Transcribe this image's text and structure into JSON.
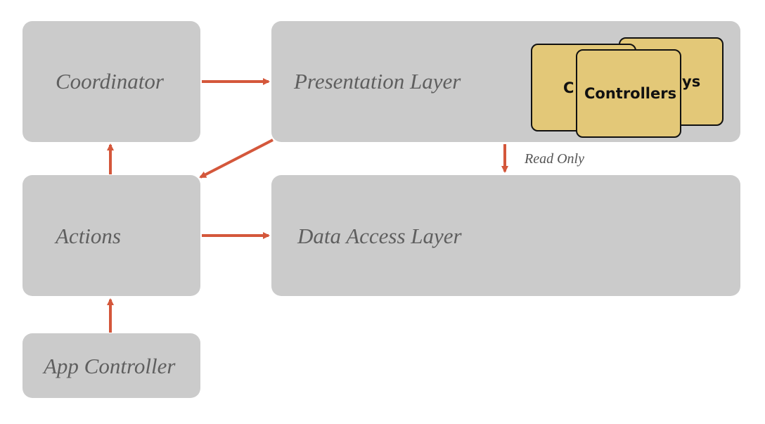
{
  "nodes": {
    "coordinator": "Coordinator",
    "presentation": "Presentation Layer",
    "actions": "Actions",
    "data_access": "Data Access Layer",
    "app_controller": "App Controller"
  },
  "cards": {
    "back_left_fragment": "C",
    "back_right_fragment": "ys",
    "front": "Controllers"
  },
  "edges": {
    "read_only_label": "Read Only"
  },
  "colors": {
    "box": "#cbcbcb",
    "arrow": "#d4573b",
    "card": "#e3c878"
  }
}
